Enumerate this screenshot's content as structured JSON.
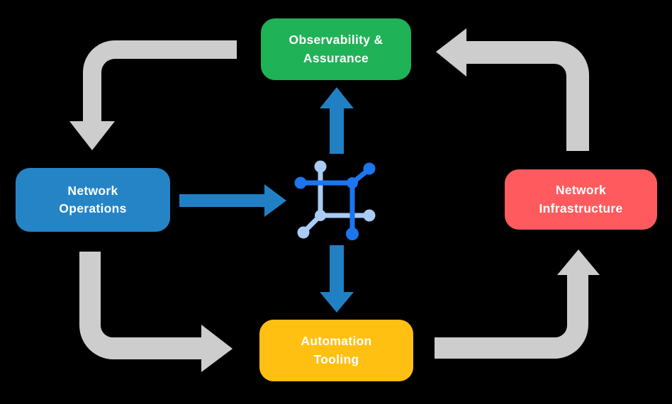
{
  "colors": {
    "background": "#000000",
    "observability_green": "#1fb257",
    "operations_blue": "#2584c6",
    "infrastructure_red": "#ff5b5e",
    "automation_yellow": "#ffc011",
    "cycle_arrow_gray": "#cdcdcd",
    "center_arrow_blue": "#2180c4",
    "icon_dark_blue": "#1b76f0",
    "icon_light_blue": "#a9cbf4",
    "label_text": "#ffffff"
  },
  "nodes": {
    "observability": {
      "label": "Observability &\nAssurance"
    },
    "operations": {
      "label": "Network\nOperations"
    },
    "infrastructure": {
      "label": "Network\nInfrastructure"
    },
    "automation": {
      "label": "Automation\nTooling"
    }
  },
  "icons": {
    "center": "network-automation-icon"
  },
  "flows": [
    {
      "from": "observability",
      "to": "operations",
      "style": "gray-cycle"
    },
    {
      "from": "operations",
      "to": "automation",
      "style": "gray-cycle"
    },
    {
      "from": "automation",
      "to": "infrastructure",
      "style": "gray-cycle"
    },
    {
      "from": "infrastructure",
      "to": "observability",
      "style": "gray-cycle"
    },
    {
      "from": "operations",
      "to": "center-icon",
      "style": "blue"
    },
    {
      "from": "center-icon",
      "to": "observability",
      "style": "blue"
    },
    {
      "from": "center-icon",
      "to": "automation",
      "style": "blue"
    }
  ]
}
